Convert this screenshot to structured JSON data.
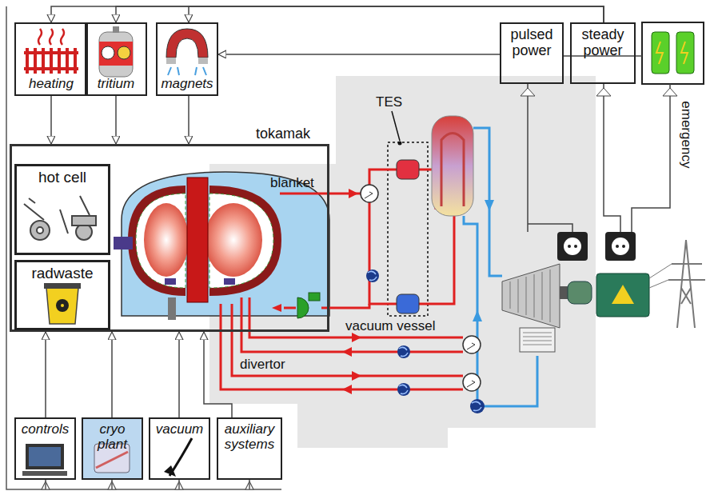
{
  "diagram": {
    "nodes": [
      {
        "text": [
          "heating"
        ]
      },
      {
        "text": [
          "tritium"
        ]
      },
      {
        "text": [
          "magnets"
        ]
      },
      {
        "text": [
          "pulsed power"
        ]
      },
      {
        "text": [
          "steady power"
        ]
      },
      {
        "text": [
          "tokamak"
        ]
      },
      {
        "text": [
          "hot cell"
        ],
        "in": 5
      },
      {
        "text": [
          "radwaste"
        ],
        "in": 5
      },
      {
        "text": [
          "controls"
        ]
      },
      {
        "text": [
          "cryo plant"
        ]
      },
      {
        "text": [
          "vacuum"
        ]
      },
      {
        "text": [
          "auxiliary systems"
        ]
      }
    ],
    "edges": [
      {
        "from": 4,
        "to": 0,
        "arrow": "to"
      },
      {
        "from": 4,
        "to": 1,
        "arrow": "to"
      },
      {
        "from": 4,
        "to": 2,
        "arrow": "to"
      },
      {
        "from": 3,
        "to": 2,
        "arrow": "to"
      },
      {
        "from": 0,
        "to": 5,
        "arrow": "to"
      },
      {
        "from": 1,
        "to": 5,
        "arrow": "to"
      },
      {
        "from": 2,
        "to": 5,
        "arrow": "to"
      },
      {
        "from": 8,
        "to": 5,
        "arrow": "to"
      },
      {
        "from": 9,
        "to": 5,
        "arrow": "to"
      },
      {
        "from": 10,
        "to": 5,
        "arrow": "to"
      },
      {
        "from": 11,
        "to": 5,
        "arrow": "to"
      }
    ],
    "labels": [
      "TES",
      "blanket",
      "vacuum vessel",
      "divertor",
      "emergency"
    ]
  }
}
